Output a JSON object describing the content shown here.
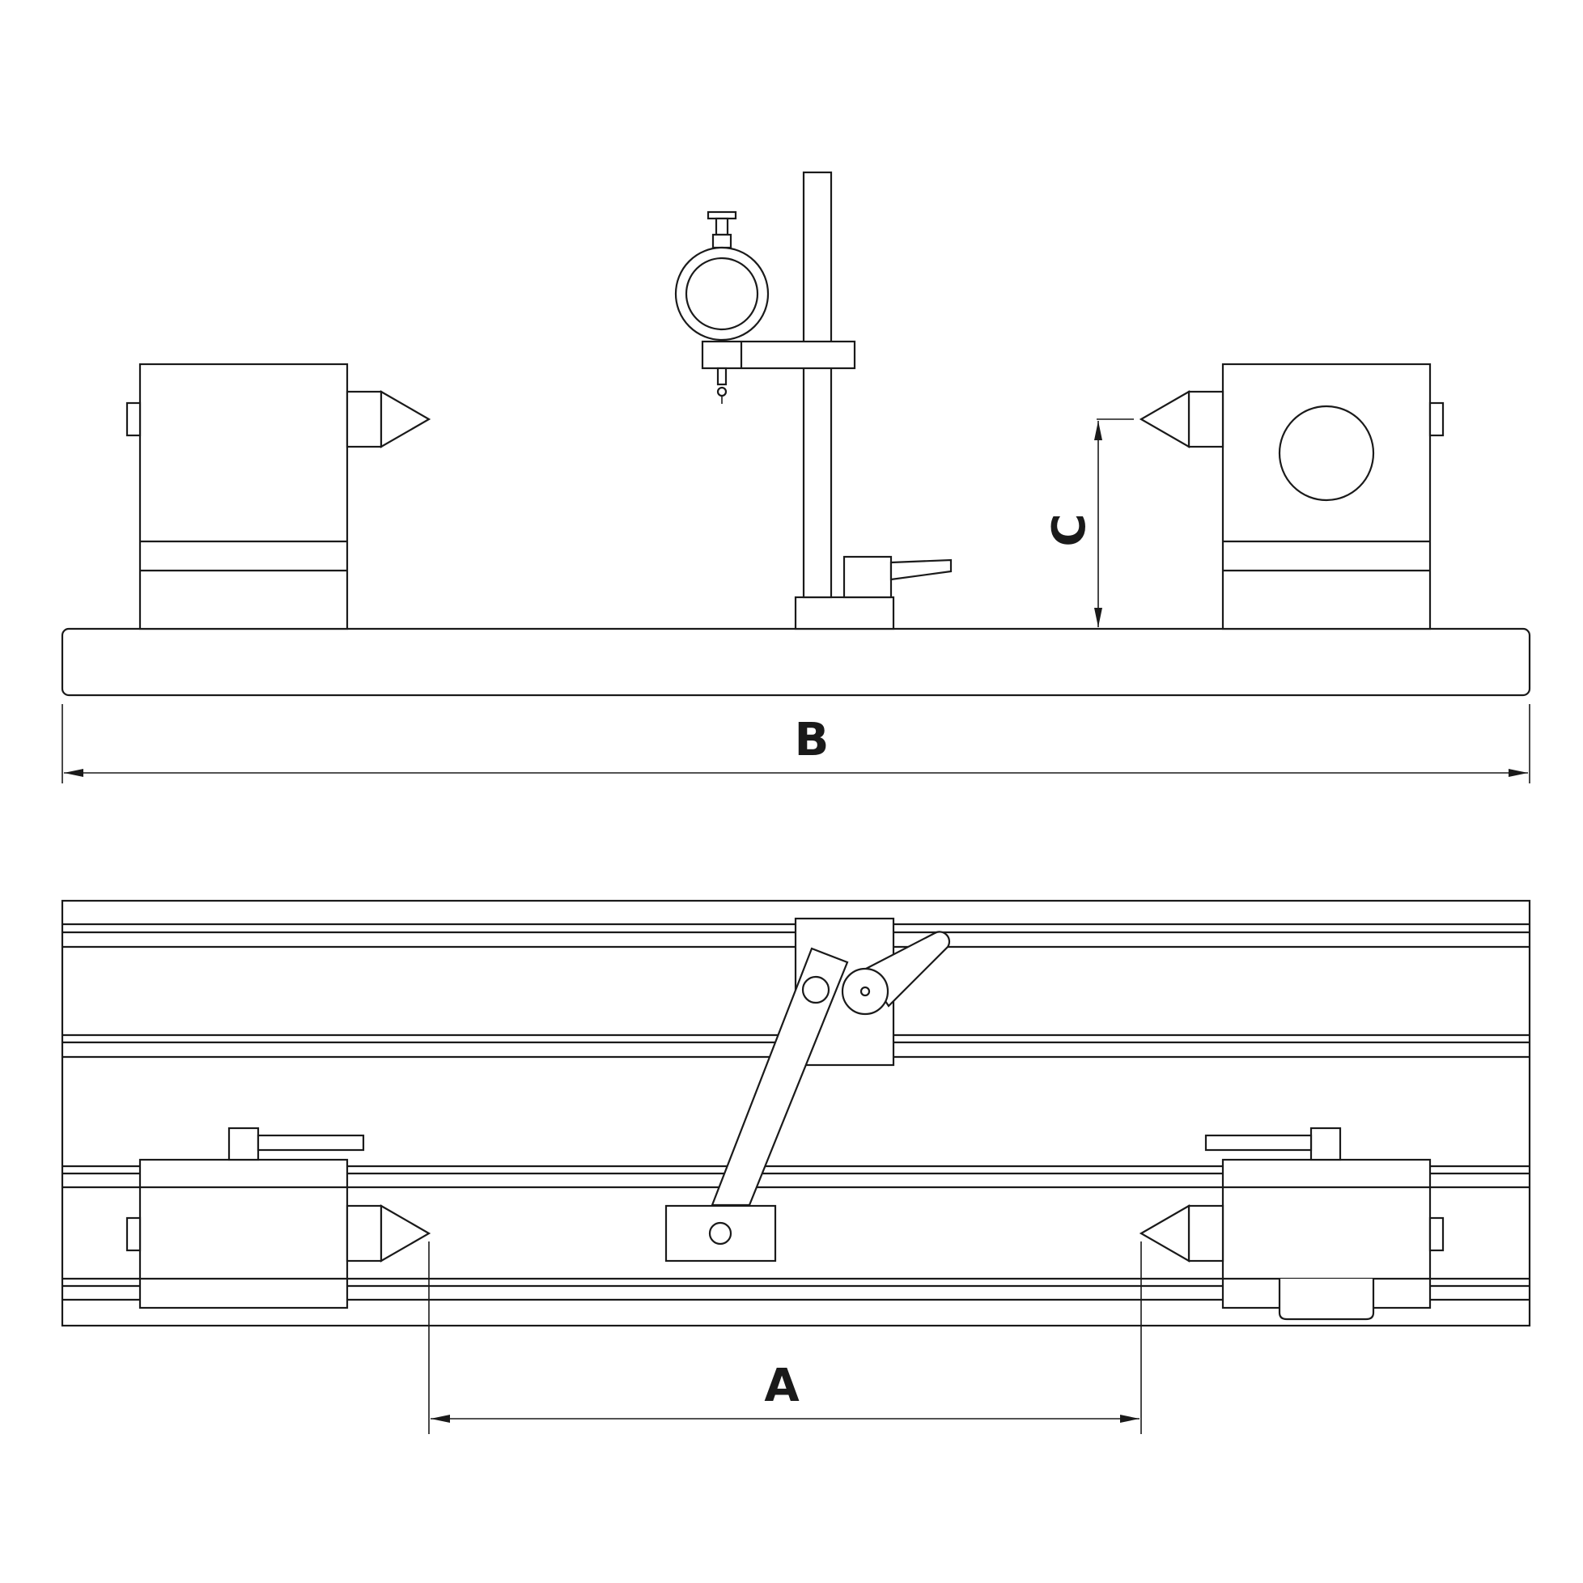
{
  "labels": {
    "dim_a": "A",
    "dim_b": "B",
    "dim_c": "C"
  },
  "colors": {
    "line": "#1a1a1a",
    "background": "#ffffff"
  }
}
